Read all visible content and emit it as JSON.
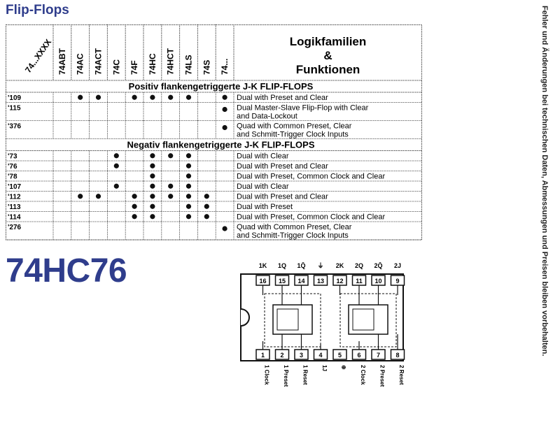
{
  "heading": "Flip-Flops",
  "side_note": "Fehler und Änderungen bei technischen Daten, Abmessungen und Preisen bleiben vorbehalten.",
  "part_title": "74HC76",
  "table": {
    "corner_label": "74...XXXX",
    "family_columns": [
      "74ABT",
      "74AC",
      "74ACT",
      "74C",
      "74F",
      "74HC",
      "74HCT",
      "74LS",
      "74S",
      "74..."
    ],
    "function_header": [
      "Logikfamilien",
      "&",
      "Funktionen"
    ],
    "sections": [
      {
        "title": "Positiv flankengetriggerte J-K FLIP-FLOPS",
        "rows": [
          {
            "part": "'109",
            "desc": [
              "Dual with Preset and Clear"
            ],
            "avail": [
              0,
              1,
              1,
              0,
              1,
              1,
              1,
              1,
              0,
              1
            ]
          },
          {
            "part": "'115",
            "desc": [
              "Dual Master-Slave Flip-Flop with Clear",
              "and Data-Lockout"
            ],
            "avail": [
              0,
              0,
              0,
              0,
              0,
              0,
              0,
              0,
              0,
              1
            ]
          },
          {
            "part": "'376",
            "desc": [
              "Quad with Common Preset, Clear",
              "and Schmitt-Trigger Clock Inputs"
            ],
            "avail": [
              0,
              0,
              0,
              0,
              0,
              0,
              0,
              0,
              0,
              1
            ]
          }
        ]
      },
      {
        "title": "Negativ flankengetriggerte J-K FLIP-FLOPS",
        "rows": [
          {
            "part": "'73",
            "desc": [
              "Dual with Clear"
            ],
            "avail": [
              0,
              0,
              0,
              1,
              0,
              1,
              1,
              1,
              0,
              0
            ]
          },
          {
            "part": "'76",
            "desc": [
              "Dual with Preset and Clear"
            ],
            "avail": [
              0,
              0,
              0,
              1,
              0,
              1,
              0,
              1,
              0,
              0
            ]
          },
          {
            "part": "'78",
            "desc": [
              "Dual with Preset, Common Clock and Clear"
            ],
            "avail": [
              0,
              0,
              0,
              0,
              0,
              1,
              0,
              1,
              0,
              0
            ]
          },
          {
            "part": "'107",
            "desc": [
              "Dual with Clear"
            ],
            "avail": [
              0,
              0,
              0,
              1,
              0,
              1,
              1,
              1,
              0,
              0
            ]
          },
          {
            "part": "'112",
            "desc": [
              "Dual with Preset and Clear"
            ],
            "avail": [
              0,
              1,
              1,
              0,
              1,
              1,
              1,
              1,
              1,
              0
            ]
          },
          {
            "part": "'113",
            "desc": [
              "Dual with Preset"
            ],
            "avail": [
              0,
              0,
              0,
              0,
              1,
              1,
              0,
              1,
              1,
              0
            ]
          },
          {
            "part": "'114",
            "desc": [
              "Dual with Preset, Common Clock and Clear"
            ],
            "avail": [
              0,
              0,
              0,
              0,
              1,
              1,
              0,
              1,
              1,
              0
            ]
          },
          {
            "part": "'276",
            "desc": [
              "Quad with Common Preset, Clear",
              "and Schmitt-Trigger Clock Inputs"
            ],
            "avail": [
              0,
              0,
              0,
              0,
              0,
              0,
              0,
              0,
              0,
              1
            ]
          }
        ]
      }
    ]
  },
  "pinout": {
    "top_pins": [
      {
        "num": "16",
        "label": "1K"
      },
      {
        "num": "15",
        "label": "1Q"
      },
      {
        "num": "14",
        "label": "1Q̄"
      },
      {
        "num": "13",
        "label": "⏚"
      },
      {
        "num": "12",
        "label": "2K"
      },
      {
        "num": "11",
        "label": "2Q"
      },
      {
        "num": "10",
        "label": "2Q̄"
      },
      {
        "num": "9",
        "label": "2J"
      }
    ],
    "bottom_pins": [
      {
        "num": "1",
        "label": "1 Clock"
      },
      {
        "num": "2",
        "label": "1 Preset"
      },
      {
        "num": "3",
        "label": "1 Reset"
      },
      {
        "num": "4",
        "label": "1J"
      },
      {
        "num": "5",
        "label": "⊕"
      },
      {
        "num": "6",
        "label": "2 Clock"
      },
      {
        "num": "7",
        "label": "2 Preset"
      },
      {
        "num": "8",
        "label": "2 Reset"
      }
    ]
  },
  "colors": {
    "heading": "#2f3d8c",
    "border": "#444444"
  }
}
